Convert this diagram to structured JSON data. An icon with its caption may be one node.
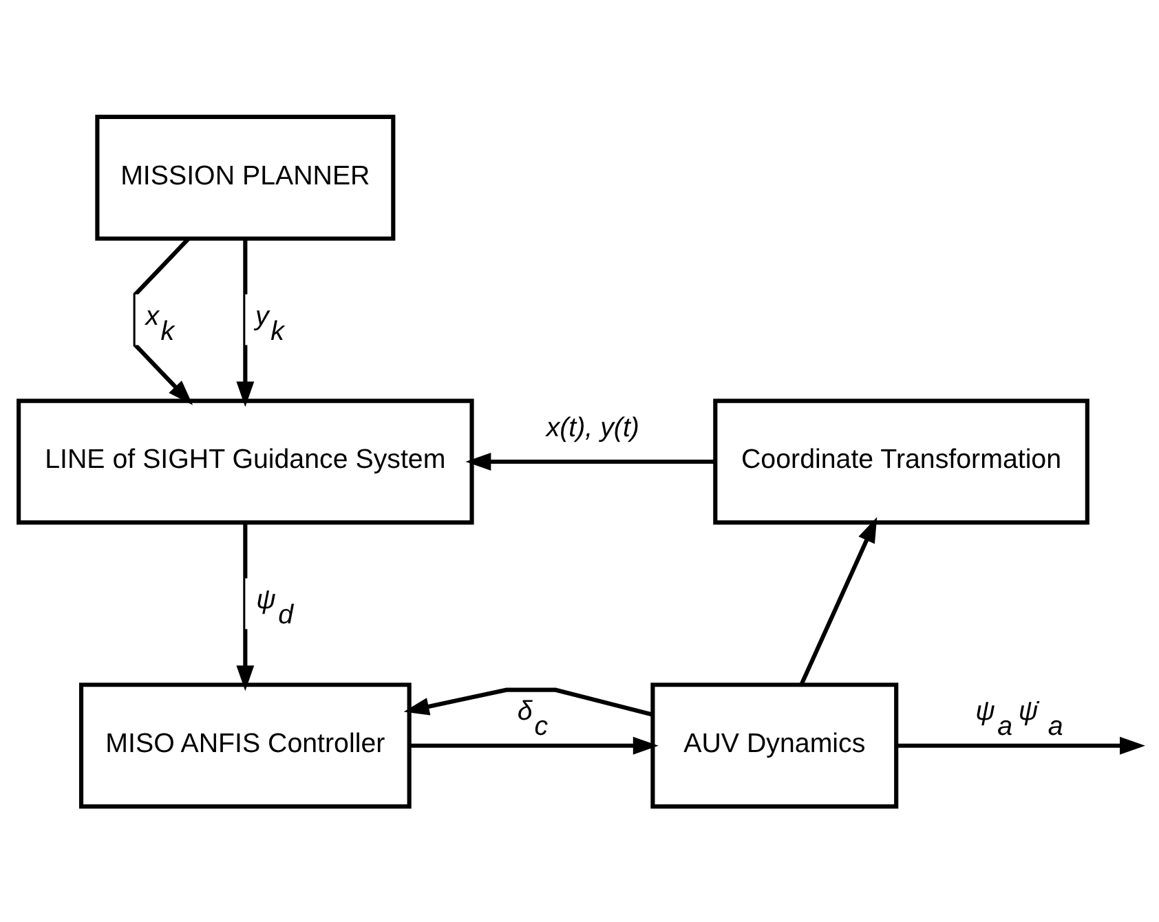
{
  "diagram": {
    "nodes": [
      {
        "text": [
          "MISSION PLANNER"
        ]
      },
      {
        "text": [
          "LINE of SIGHT Guidance System"
        ]
      },
      {
        "text": [
          "Coordinate Transformation"
        ]
      },
      {
        "text": [
          "MISO ANFIS Controller"
        ]
      },
      {
        "text": [
          "AUV Dynamics"
        ]
      }
    ],
    "edges": [
      {
        "from": 0,
        "to": 1,
        "arrow": "to",
        "label": "x$_{k}$"
      },
      {
        "from": 0,
        "to": 1,
        "arrow": "to",
        "label": "y$_{k}$"
      },
      {
        "from": 2,
        "to": 1,
        "arrow": "to",
        "label": "x(t), y(t)"
      },
      {
        "from": 1,
        "to": 3,
        "arrow": "to",
        "label": "ψ$_{d}$"
      },
      {
        "from": 3,
        "to": 4,
        "arrow": "to",
        "label": "δ$_{c}$"
      },
      {
        "from": 4,
        "to": null,
        "arrow": "to",
        "label": "ψ$_{a}$  ψ̇$_{a}$"
      },
      {
        "from": 4,
        "to": 2,
        "arrow": "to"
      },
      {
        "from": 4,
        "to": 3,
        "arrow": "to"
      }
    ]
  }
}
